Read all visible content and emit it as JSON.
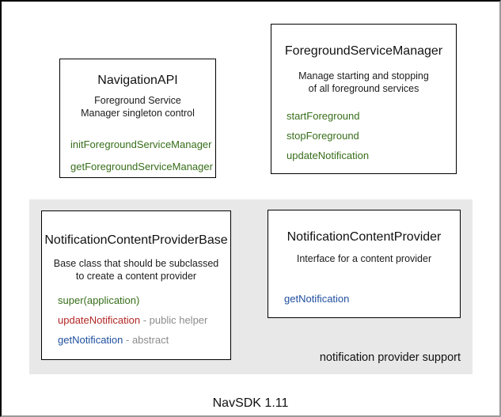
{
  "diagram": {
    "footer_label": "NavSDK 1.11",
    "group_label": "notification provider support"
  },
  "colors": {
    "method_green": "#376e1a",
    "method_red": "#b22724",
    "method_blue": "#1f4f9e",
    "annotation_gray": "#8c8c8c",
    "group_bg": "#e8e8e8"
  },
  "boxes": {
    "navigation_api": {
      "title": "NavigationAPI",
      "description_lines": [
        "Foreground Service",
        "Manager singleton control"
      ],
      "methods": [
        {
          "label": "initForegroundServiceManager",
          "color": "green"
        },
        {
          "label": "getForegroundServiceManager",
          "color": "green"
        }
      ]
    },
    "foreground_service_manager": {
      "title": "ForegroundServiceManager",
      "description_lines": [
        "Manage starting and stopping",
        "of all foreground services"
      ],
      "methods": [
        {
          "label": "startForeground",
          "color": "green"
        },
        {
          "label": "stopForeground",
          "color": "green"
        },
        {
          "label": "updateNotification",
          "color": "green"
        }
      ]
    },
    "notification_content_provider_base": {
      "title": "NotificationContentProviderBase",
      "description_lines": [
        "Base class that should be subclassed",
        "to create a content provider"
      ],
      "methods": [
        {
          "label": "super(application)",
          "color": "green",
          "suffix": ""
        },
        {
          "label": "updateNotification",
          "color": "red",
          "suffix": "- public helper"
        },
        {
          "label": "getNotification",
          "color": "blue",
          "suffix": "- abstract"
        }
      ]
    },
    "notification_content_provider": {
      "title": "NotificationContentProvider",
      "description_lines": [
        "Interface for a content provider"
      ],
      "methods": [
        {
          "label": "getNotification",
          "color": "blue"
        }
      ]
    }
  }
}
